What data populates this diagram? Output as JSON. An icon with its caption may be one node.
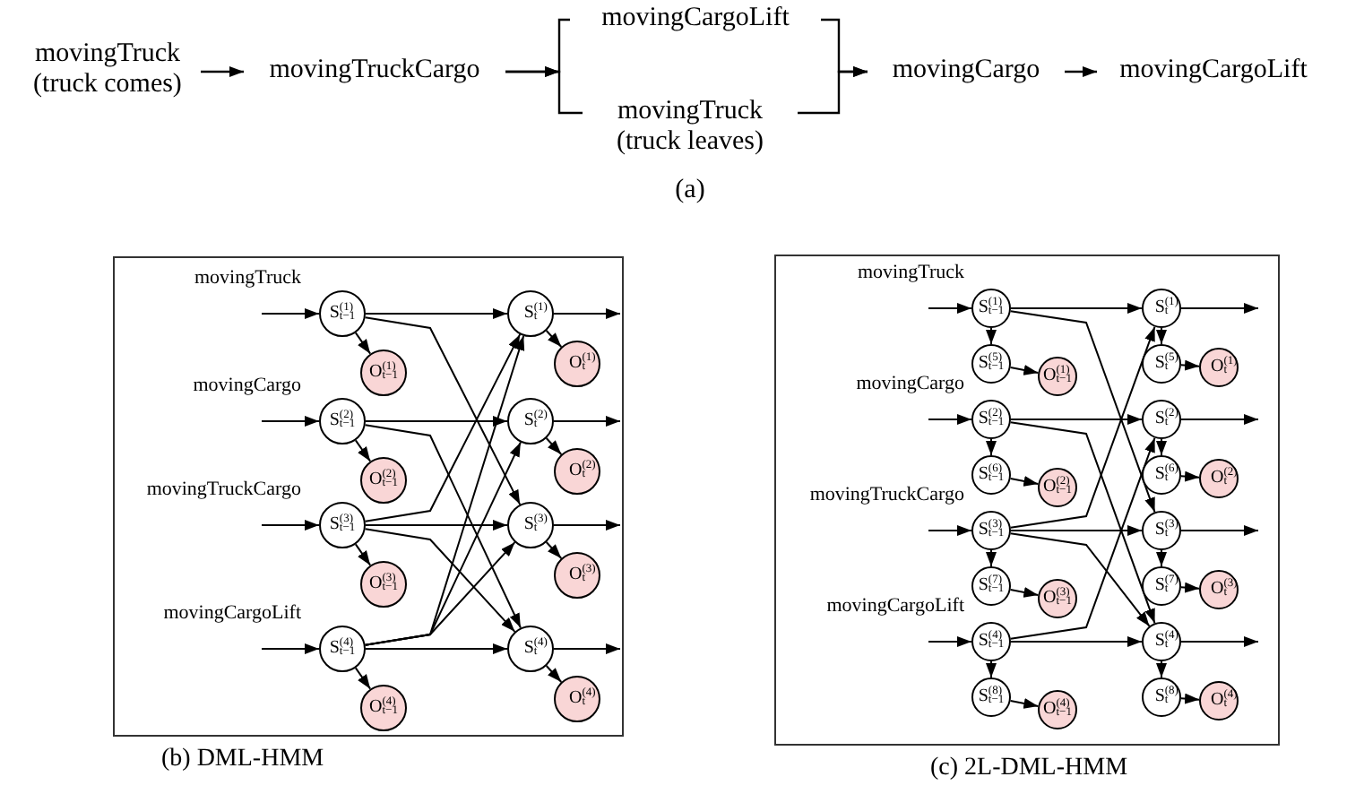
{
  "diagram": {
    "nodes": [
      {
        "text": [
          "movingTruck (truck comes)"
        ]
      },
      {
        "text": [
          "movingTruckCargo"
        ]
      },
      {
        "text": [
          "movingCargoLift"
        ]
      },
      {
        "text": [
          "movingTruck (truck leaves)"
        ]
      },
      {
        "text": [
          "movingCargo"
        ]
      },
      {
        "text": [
          "movingCargoLift"
        ]
      },
      {
        "text": [],
        "shape": "box",
        "beside": [
          "(b) DML-HMM"
        ]
      },
      {
        "text": [
          "S$^{(1)}$$_{t−1}$"
        ],
        "in": 6
      },
      {
        "text": [
          "S$^{(1)}$$_{t}$"
        ],
        "in": 6
      },
      {
        "text": [
          "O$^{(1)}$$_{t−1}$"
        ],
        "in": 6
      },
      {
        "text": [
          "O$^{(1)}$$_{t}$"
        ],
        "in": 6
      },
      {
        "text": [
          "S$^{(2)}$$_{t−1}$"
        ],
        "in": 6
      },
      {
        "text": [
          "S$^{(2)}$$_{t}$"
        ],
        "in": 6
      },
      {
        "text": [
          "O$^{(2)}$$_{t−1}$"
        ],
        "in": 6
      },
      {
        "text": [
          "O$^{(2)}$$_{t}$"
        ],
        "in": 6
      },
      {
        "text": [
          "S$^{(3)}$$_{t−1}$"
        ],
        "in": 6
      },
      {
        "text": [
          "S$^{(3)}$$_{t}$"
        ],
        "in": 6
      },
      {
        "text": [
          "O$^{(3)}$$_{t−1}$"
        ],
        "in": 6
      },
      {
        "text": [
          "O$^{(3)}$$_{t}$"
        ],
        "in": 6
      },
      {
        "text": [
          "S$^{(4)}$$_{t−1}$"
        ],
        "in": 6
      },
      {
        "text": [
          "S$^{(4)}$$_{t}$"
        ],
        "in": 6
      },
      {
        "text": [
          "O$^{(4)}$$_{t−1}$"
        ],
        "in": 6
      },
      {
        "text": [
          "O$^{(4)}$$_{t}$"
        ],
        "in": 6
      },
      {
        "text": [],
        "shape": "box",
        "beside": [
          "(c) 2L-DML-HMM"
        ]
      },
      {
        "text": [
          "S$^{(1)}$$_{t−1}$"
        ],
        "in": 23
      },
      {
        "text": [
          "S$^{(1)}$$_{t}$"
        ],
        "in": 23
      },
      {
        "text": [
          "S$^{(5)}$$_{t−1}$"
        ],
        "in": 23
      },
      {
        "text": [
          "S$^{(5)}$$_{t}$"
        ],
        "in": 23
      },
      {
        "text": [
          "O$^{(1)}$$_{t−1}$"
        ],
        "in": 23
      },
      {
        "text": [
          "O$^{(1)}$$_{t}$"
        ],
        "in": 23
      },
      {
        "text": [
          "S$^{(2)}$$_{t−1}$"
        ],
        "in": 23
      },
      {
        "text": [
          "S$^{(2)}$$_{t}$"
        ],
        "in": 23
      },
      {
        "text": [
          "S$^{(6)}$$_{t−1}$"
        ],
        "in": 23
      },
      {
        "text": [
          "S$^{(6)}$$_{t}$"
        ],
        "in": 23
      },
      {
        "text": [
          "O$^{(2)}$$_{t−1}$"
        ],
        "in": 23
      },
      {
        "text": [
          "O$^{(2)}$$_{t}$"
        ],
        "in": 23
      },
      {
        "text": [
          "S$^{(3)}$$_{t−1}$"
        ],
        "in": 23
      },
      {
        "text": [
          "S$^{(3)}$$_{t}$"
        ],
        "in": 23
      },
      {
        "text": [
          "S$^{(7)}$$_{t−1}$"
        ],
        "in": 23
      },
      {
        "text": [
          "S$^{(7)}$$_{t}$"
        ],
        "in": 23
      },
      {
        "text": [
          "O$^{(3)}$$_{t−1}$"
        ],
        "in": 23
      },
      {
        "text": [
          "O$^{(3)}$$_{t}$"
        ],
        "in": 23
      },
      {
        "text": [
          "S$^{(4)}$$_{t−1}$"
        ],
        "in": 23
      },
      {
        "text": [
          "S$^{(4)}$$_{t}$"
        ],
        "in": 23
      },
      {
        "text": [
          "S$^{(8)}$$_{t−1}$"
        ],
        "in": 23
      },
      {
        "text": [
          "S$^{(8)}$$_{t}$"
        ],
        "in": 23
      },
      {
        "text": [
          "O$^{(4)}$$_{t−1}$"
        ],
        "in": 23
      },
      {
        "text": [
          "O$^{(4)}$$_{t}$"
        ],
        "in": 23
      }
    ],
    "edges": [
      {
        "from": 0,
        "to": 1,
        "arrow": "to"
      },
      {
        "from": 1,
        "to": 2,
        "arrow": "to"
      },
      {
        "from": 1,
        "to": 3,
        "arrow": "to"
      },
      {
        "from": 2,
        "to": 4,
        "arrow": "to"
      },
      {
        "from": 3,
        "to": 4,
        "arrow": "to"
      },
      {
        "from": 4,
        "to": 5,
        "arrow": "to"
      },
      {
        "from": null,
        "to": 7,
        "arrow": "to"
      },
      {
        "from": 7,
        "to": 8,
        "arrow": "to"
      },
      {
        "from": 8,
        "to": null,
        "arrow": "to"
      },
      {
        "from": 7,
        "to": 9,
        "arrow": "to"
      },
      {
        "from": 8,
        "to": 10,
        "arrow": "to"
      },
      {
        "from": null,
        "to": 11,
        "arrow": "to"
      },
      {
        "from": 11,
        "to": 12,
        "arrow": "to"
      },
      {
        "from": 12,
        "to": null,
        "arrow": "to"
      },
      {
        "from": 11,
        "to": 13,
        "arrow": "to"
      },
      {
        "from": 12,
        "to": 14,
        "arrow": "to"
      },
      {
        "from": null,
        "to": 15,
        "arrow": "to"
      },
      {
        "from": 15,
        "to": 16,
        "arrow": "to"
      },
      {
        "from": 16,
        "to": null,
        "arrow": "to"
      },
      {
        "from": 15,
        "to": 17,
        "arrow": "to"
      },
      {
        "from": 16,
        "to": 18,
        "arrow": "to"
      },
      {
        "from": null,
        "to": 19,
        "arrow": "to"
      },
      {
        "from": 19,
        "to": 20,
        "arrow": "to"
      },
      {
        "from": 20,
        "to": null,
        "arrow": "to"
      },
      {
        "from": 19,
        "to": 21,
        "arrow": "to"
      },
      {
        "from": 20,
        "to": 22,
        "arrow": "to"
      },
      {
        "from": 7,
        "to": 16,
        "arrow": "to"
      },
      {
        "from": 11,
        "to": 20,
        "arrow": "to"
      },
      {
        "from": 15,
        "to": 20,
        "arrow": "to"
      },
      {
        "from": 15,
        "to": 8,
        "arrow": "to"
      },
      {
        "from": 19,
        "to": 8,
        "arrow": "to"
      },
      {
        "from": 19,
        "to": 12,
        "arrow": "to"
      },
      {
        "from": 19,
        "to": 16,
        "arrow": "to"
      },
      {
        "from": null,
        "to": 24,
        "arrow": "to"
      },
      {
        "from": 24,
        "to": 25,
        "arrow": "to"
      },
      {
        "from": 25,
        "to": null,
        "arrow": "to"
      },
      {
        "from": 24,
        "to": 26,
        "arrow": "to"
      },
      {
        "from": 25,
        "to": 27,
        "arrow": "to"
      },
      {
        "from": 26,
        "to": 28,
        "arrow": "to"
      },
      {
        "from": 27,
        "to": 29,
        "arrow": "to"
      },
      {
        "from": null,
        "to": 30,
        "arrow": "to"
      },
      {
        "from": 30,
        "to": 31,
        "arrow": "to"
      },
      {
        "from": 31,
        "to": null,
        "arrow": "to"
      },
      {
        "from": 30,
        "to": 32,
        "arrow": "to"
      },
      {
        "from": 31,
        "to": 33,
        "arrow": "to"
      },
      {
        "from": 32,
        "to": 34,
        "arrow": "to"
      },
      {
        "from": 33,
        "to": 35,
        "arrow": "to"
      },
      {
        "from": null,
        "to": 36,
        "arrow": "to"
      },
      {
        "from": 36,
        "to": 37,
        "arrow": "to"
      },
      {
        "from": 37,
        "to": null,
        "arrow": "to"
      },
      {
        "from": 36,
        "to": 38,
        "arrow": "to"
      },
      {
        "from": 37,
        "to": 39,
        "arrow": "to"
      },
      {
        "from": 38,
        "to": 40,
        "arrow": "to"
      },
      {
        "from": 39,
        "to": 41,
        "arrow": "to"
      },
      {
        "from": null,
        "to": 42,
        "arrow": "to"
      },
      {
        "from": 42,
        "to": 43,
        "arrow": "to"
      },
      {
        "from": 43,
        "to": null,
        "arrow": "to"
      },
      {
        "from": 42,
        "to": 44,
        "arrow": "to"
      },
      {
        "from": 43,
        "to": 45,
        "arrow": "to"
      },
      {
        "from": 44,
        "to": 46,
        "arrow": "to"
      },
      {
        "from": 45,
        "to": 47,
        "arrow": "to"
      },
      {
        "from": 24,
        "to": 37,
        "arrow": "to"
      },
      {
        "from": 30,
        "to": 43,
        "arrow": "to"
      },
      {
        "from": 36,
        "to": 43,
        "arrow": "to"
      },
      {
        "from": 36,
        "to": 25,
        "arrow": "to"
      },
      {
        "from": 42,
        "to": 31,
        "arrow": "to"
      }
    ],
    "labels": [
      "(a)",
      "movingTruck",
      "movingCargo",
      "movingTruckCargo",
      "movingCargoLift",
      "movingTruck",
      "movingCargo",
      "movingTruckCargo",
      "movingCargoLift"
    ]
  }
}
